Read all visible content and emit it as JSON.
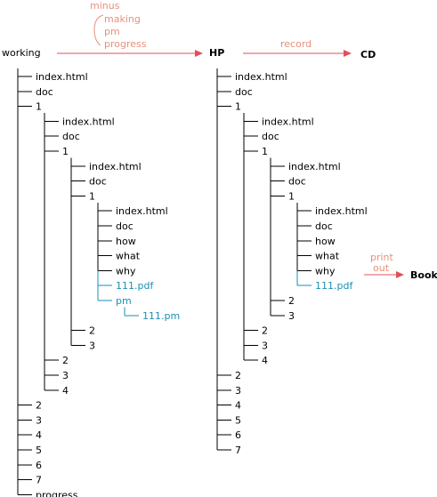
{
  "colors": {
    "text": "#000000",
    "highlight": "#1a8fb5",
    "arrow": "#e0505a",
    "annotation": "#e8907a"
  },
  "stages": {
    "working": "working",
    "hp": "HP",
    "cd": "CD",
    "book": "Book"
  },
  "annotations": {
    "minus": "minus",
    "minus_items": [
      "making",
      "pm",
      "progress"
    ],
    "record": "record",
    "print_line1": "print",
    "print_line2": "out"
  },
  "working_tree": [
    {
      "label": "index.html",
      "children": []
    },
    {
      "label": "doc",
      "children": []
    },
    {
      "label": "1",
      "children": [
        {
          "label": "index.html",
          "children": []
        },
        {
          "label": "doc",
          "children": []
        },
        {
          "label": "1",
          "children": [
            {
              "label": "index.html",
              "children": []
            },
            {
              "label": "doc",
              "children": []
            },
            {
              "label": "1",
              "children": [
                {
                  "label": "index.html",
                  "children": []
                },
                {
                  "label": "doc",
                  "children": []
                },
                {
                  "label": "how",
                  "children": []
                },
                {
                  "label": "what",
                  "children": []
                },
                {
                  "label": "why",
                  "children": []
                },
                {
                  "label": "111.pdf",
                  "highlight": true,
                  "children": []
                },
                {
                  "label": "pm",
                  "highlight": true,
                  "children": [
                    {
                      "label": "111.pm",
                      "highlight": true,
                      "children": []
                    }
                  ]
                }
              ]
            },
            {
              "label": "2",
              "children": []
            },
            {
              "label": "3",
              "children": []
            }
          ]
        },
        {
          "label": "2",
          "children": []
        },
        {
          "label": "3",
          "children": []
        },
        {
          "label": "4",
          "children": []
        }
      ]
    },
    {
      "label": "2",
      "children": []
    },
    {
      "label": "3",
      "children": []
    },
    {
      "label": "4",
      "children": []
    },
    {
      "label": "5",
      "children": []
    },
    {
      "label": "6",
      "children": []
    },
    {
      "label": "7",
      "children": []
    },
    {
      "label": "progress",
      "children": []
    }
  ],
  "hp_tree": [
    {
      "label": "index.html",
      "children": []
    },
    {
      "label": "doc",
      "children": []
    },
    {
      "label": "1",
      "children": [
        {
          "label": "index.html",
          "children": []
        },
        {
          "label": "doc",
          "children": []
        },
        {
          "label": "1",
          "children": [
            {
              "label": "index.html",
              "children": []
            },
            {
              "label": "doc",
              "children": []
            },
            {
              "label": "1",
              "children": [
                {
                  "label": "index.html",
                  "children": []
                },
                {
                  "label": "doc",
                  "children": []
                },
                {
                  "label": "how",
                  "children": []
                },
                {
                  "label": "what",
                  "children": []
                },
                {
                  "label": "why",
                  "children": []
                },
                {
                  "label": "111.pdf",
                  "highlight": true,
                  "children": []
                }
              ]
            },
            {
              "label": "2",
              "children": []
            },
            {
              "label": "3",
              "children": []
            }
          ]
        },
        {
          "label": "2",
          "children": []
        },
        {
          "label": "3",
          "children": []
        },
        {
          "label": "4",
          "children": []
        }
      ]
    },
    {
      "label": "2",
      "children": []
    },
    {
      "label": "3",
      "children": []
    },
    {
      "label": "4",
      "children": []
    },
    {
      "label": "5",
      "children": []
    },
    {
      "label": "6",
      "children": []
    },
    {
      "label": "7",
      "children": []
    }
  ]
}
